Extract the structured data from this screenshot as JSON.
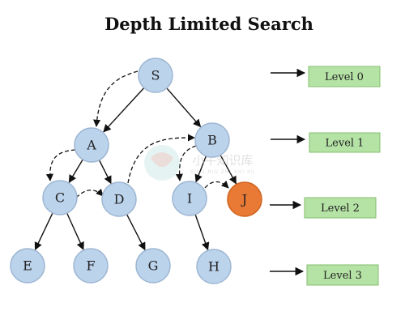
{
  "title": "Depth Limited Search",
  "colors": {
    "node_fill": "#bcd3ec",
    "node_stroke": "#9db6d2",
    "goal_fill": "#e97a35",
    "goal_stroke": "#cf6420",
    "level_fill": "#b5e2a5",
    "level_stroke": "#84bf6f",
    "edge": "#111111",
    "watermark": "#c7c7c7"
  },
  "nodes": [
    {
      "id": "S",
      "label": "S"
    },
    {
      "id": "A",
      "label": "A"
    },
    {
      "id": "B",
      "label": "B"
    },
    {
      "id": "C",
      "label": "C"
    },
    {
      "id": "D",
      "label": "D"
    },
    {
      "id": "I",
      "label": "I"
    },
    {
      "id": "J",
      "label": "J",
      "goal": true
    },
    {
      "id": "E",
      "label": "E"
    },
    {
      "id": "F",
      "label": "F"
    },
    {
      "id": "G",
      "label": "G"
    },
    {
      "id": "H",
      "label": "H"
    }
  ],
  "edges": [
    [
      "S",
      "A"
    ],
    [
      "S",
      "B"
    ],
    [
      "A",
      "C"
    ],
    [
      "A",
      "D"
    ],
    [
      "B",
      "I"
    ],
    [
      "B",
      "J"
    ],
    [
      "C",
      "E"
    ],
    [
      "C",
      "F"
    ],
    [
      "D",
      "G"
    ],
    [
      "I",
      "H"
    ]
  ],
  "search_path": [
    [
      "S",
      "A"
    ],
    [
      "A",
      "C"
    ],
    [
      "C",
      "D"
    ],
    [
      "D",
      "B"
    ],
    [
      "B",
      "I"
    ],
    [
      "I",
      "J"
    ]
  ],
  "levels": [
    "Level 0",
    "Level 1",
    "Level 2",
    "Level 3"
  ],
  "watermark": {
    "text_cn": "小牛知识库",
    "text_en": "XIAO NIU ZHI SHI KU"
  }
}
